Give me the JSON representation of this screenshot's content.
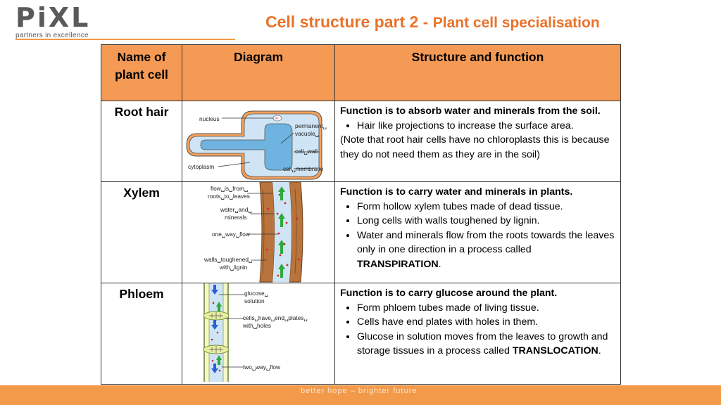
{
  "logo": {
    "word": "PiXL",
    "tagline": "partners in excellence"
  },
  "title": {
    "main": "Cell structure part 2 - ",
    "sub": "Plant cell specialisation"
  },
  "table": {
    "headers": [
      "Name of plant cell",
      "Diagram",
      "Structure and function"
    ],
    "rows": [
      {
        "name": "Root hair",
        "labels": [
          "nucleus",
          "permanent␣",
          "vacuole␣",
          "cell␣wall",
          "cytoplasm",
          "cell␣membrane"
        ],
        "function": "Function is to absorb water and minerals from the soil.",
        "bullets": [
          "Hair like projections to increase the surface area."
        ],
        "note": "(Note that root hair cells have no chloroplasts this is because they do not need them as they are in the soil)"
      },
      {
        "name": "Xylem",
        "labels": [
          "flow␣is␣from␣",
          "roots␣to␣leaves",
          "water␣and␣",
          "minerals",
          "one␣way␣flow",
          "walls␣toughened␣",
          "with␣lignin"
        ],
        "function": "Function is to carry water and minerals in plants.",
        "bullets": [
          "Form hollow xylem tubes made of dead tissue.",
          "Long cells with walls toughened by lignin.",
          "Water and minerals flow from the roots towards the leaves only in one direction in a process called"
        ],
        "bold_term": "TRANSPIRATION",
        "bold_after": "."
      },
      {
        "name": "Phloem",
        "labels": [
          "glucose␣",
          "solution",
          "cells␣have␣end␣plates␣",
          "with␣holes",
          "two␣way␣flow"
        ],
        "function": "Function is to carry glucose around the plant.",
        "bullets": [
          "Form phloem tubes made of living tissue.",
          "Cells have end plates with holes in them.",
          "Glucose in solution moves from the leaves to growth and storage tissues in a process called"
        ],
        "bold_term": "TRANSLOCATION",
        "bold_after": "."
      }
    ]
  },
  "footer": "better hope – brighter future",
  "colors": {
    "accent": "#f39a4a",
    "header_fill": "#f59a55",
    "title": "#e8732a",
    "cell_fill": "#cfe4f5",
    "vacuole": "#6fb3e0"
  }
}
